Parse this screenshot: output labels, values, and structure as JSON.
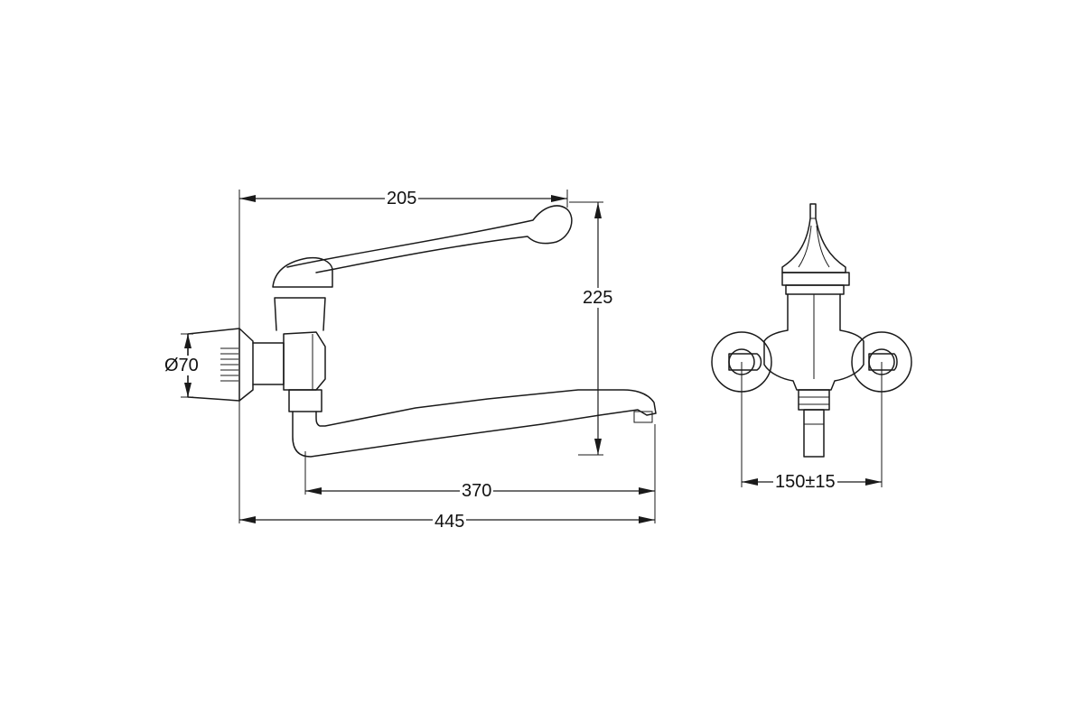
{
  "dimensions": {
    "lever_reach": "205",
    "height": "225",
    "diameter": "Ø70",
    "spout_reach": "370",
    "overall_length": "445",
    "center_distance": "150±15"
  }
}
